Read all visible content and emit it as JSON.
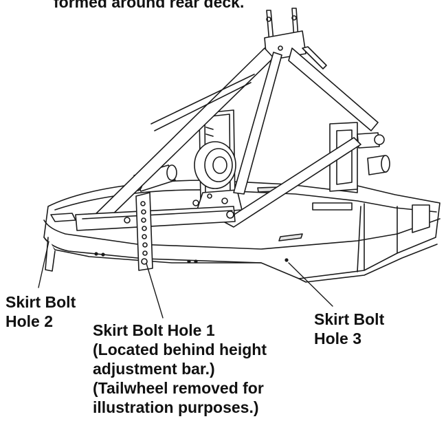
{
  "caption_top": "formed around rear deck.",
  "labels": {
    "hole2": [
      "Skirt Bolt",
      "Hole 2"
    ],
    "hole1": [
      "Skirt Bolt Hole 1",
      "(Located behind height",
      "adjustment bar.)",
      "(Tailwheel removed for",
      "illustration purposes.)"
    ],
    "hole3": [
      "Skirt Bolt",
      "Hole 3"
    ]
  },
  "colors": {
    "line": "#1a1a1a",
    "fill": "#ffffff",
    "shade": "#e6e6e6"
  }
}
